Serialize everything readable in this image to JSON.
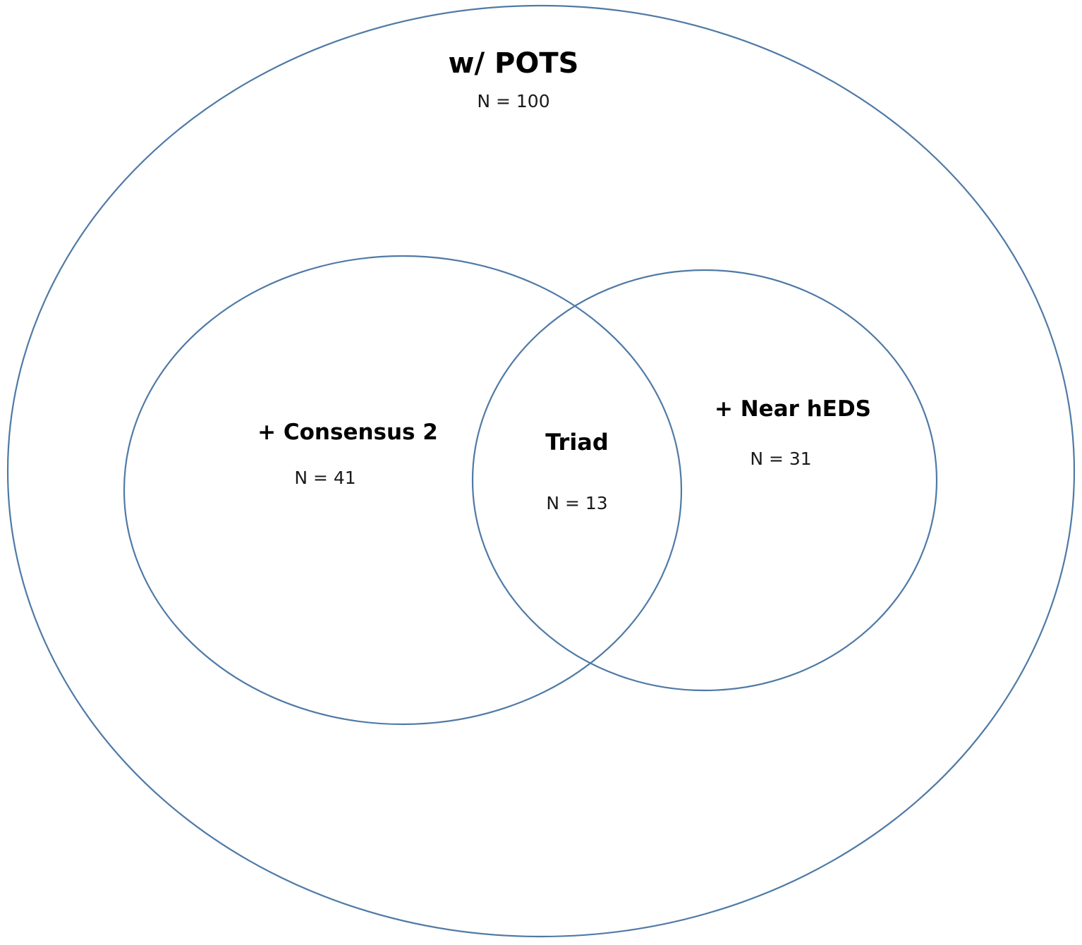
{
  "colors": {
    "outline": "#4f7aa6",
    "text": "#000000"
  },
  "outer_set": {
    "title": "w/ POTS",
    "count": "N = 100"
  },
  "left_set": {
    "title": "+ Consensus 2",
    "count": "N = 41"
  },
  "right_set": {
    "title": "+ Near hEDS",
    "count": "N = 31"
  },
  "intersection": {
    "title": "Triad",
    "count": "N = 13"
  }
}
